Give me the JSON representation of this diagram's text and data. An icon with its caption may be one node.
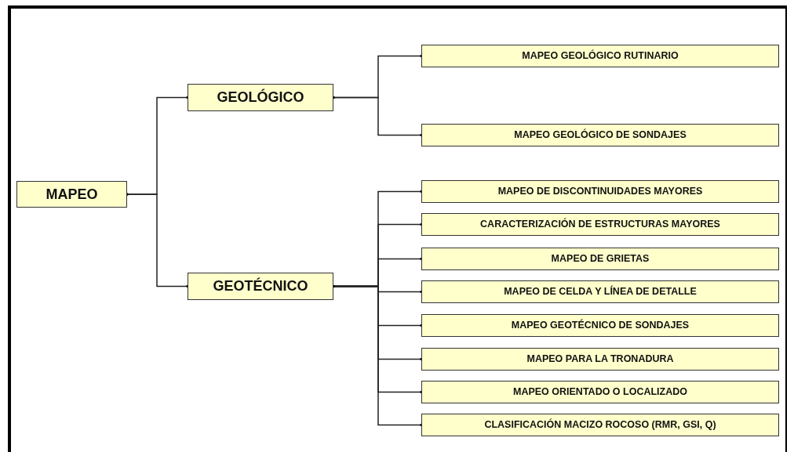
{
  "diagram": {
    "nodes": [
      {
        "text": [
          "MAPEO"
        ]
      },
      {
        "text": [
          "GEOLÓGICO"
        ]
      },
      {
        "text": [
          "GEOTÉCNICO"
        ]
      },
      {
        "text": [
          "MAPEO GEOLÓGICO RUTINARIO"
        ]
      },
      {
        "text": [
          "MAPEO GEOLÓGICO DE SONDAJES"
        ]
      },
      {
        "text": [
          "MAPEO DE DISCONTINUIDADES MAYORES"
        ]
      },
      {
        "text": [
          "CARACTERIZACIÓN DE ESTRUCTURAS MAYORES"
        ]
      },
      {
        "text": [
          "MAPEO DE GRIETAS"
        ]
      },
      {
        "text": [
          "MAPEO DE CELDA Y LÍNEA DE DETALLE"
        ]
      },
      {
        "text": [
          "MAPEO GEOTÉCNICO DE SONDAJES"
        ]
      },
      {
        "text": [
          "MAPEO PARA LA TRONADURA"
        ]
      },
      {
        "text": [
          "MAPEO ORIENTADO O LOCALIZADO"
        ]
      },
      {
        "text": [
          "CLASIFICACIÓN MACIZO ROCOSO (RMR, GSI, Q)"
        ]
      }
    ],
    "edges": [
      {
        "from": 0,
        "to": 1,
        "arrow": "other"
      },
      {
        "from": 0,
        "to": 2,
        "arrow": "other"
      },
      {
        "from": 1,
        "to": 3,
        "arrow": "other"
      },
      {
        "from": 1,
        "to": 4,
        "arrow": "other"
      },
      {
        "from": 2,
        "to": 5,
        "arrow": "other"
      },
      {
        "from": 2,
        "to": 6,
        "arrow": "other"
      },
      {
        "from": 2,
        "to": 7,
        "arrow": "other"
      },
      {
        "from": 2,
        "to": 8,
        "arrow": "other"
      },
      {
        "from": 2,
        "to": 9,
        "arrow": "other"
      },
      {
        "from": 2,
        "to": 10,
        "arrow": "other"
      },
      {
        "from": 2,
        "to": 11,
        "arrow": "other"
      },
      {
        "from": 2,
        "to": 12,
        "arrow": "other"
      }
    ]
  }
}
